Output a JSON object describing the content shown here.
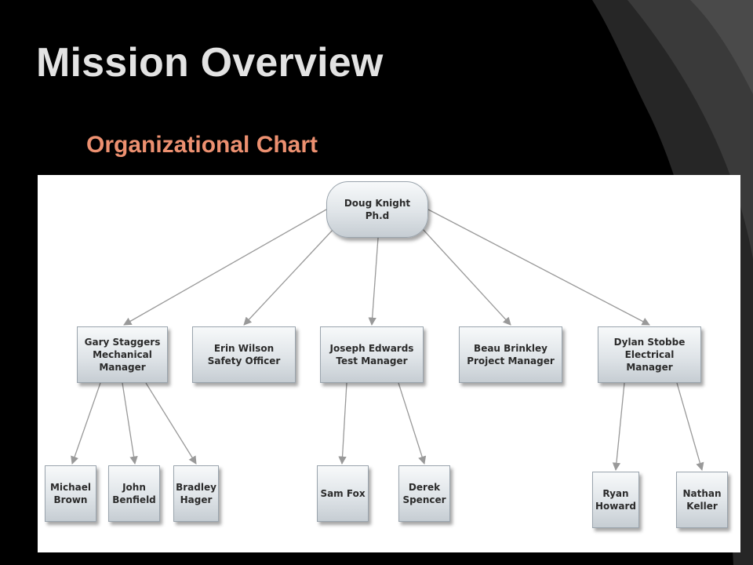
{
  "slide": {
    "title": "Mission Overview",
    "subtitle": "Organizational Chart"
  },
  "colors": {
    "background": "#000000",
    "swoosh": "#2a2a2a",
    "title": "#e3e3e3",
    "subtitle": "#ec9070",
    "node_fill": "#dfe4e8",
    "connector": "#999999"
  },
  "org_chart": {
    "nodes": [
      {
        "id": "doug",
        "label": "Doug Knight\nPh.d",
        "parent": null
      },
      {
        "id": "gary",
        "label": "Gary Staggers\nMechanical\nManager",
        "parent": "doug"
      },
      {
        "id": "erin",
        "label": "Erin Wilson\nSafety Officer",
        "parent": "doug"
      },
      {
        "id": "joseph",
        "label": "Joseph Edwards\nTest Manager",
        "parent": "doug"
      },
      {
        "id": "beau",
        "label": "Beau Brinkley\nProject Manager",
        "parent": "doug"
      },
      {
        "id": "dylan",
        "label": "Dylan Stobbe\nElectrical Manager",
        "parent": "doug"
      },
      {
        "id": "michael",
        "label": "Michael\nBrown",
        "parent": "gary"
      },
      {
        "id": "john",
        "label": "John\nBenfield",
        "parent": "gary"
      },
      {
        "id": "bradley",
        "label": "Bradley\nHager",
        "parent": "gary"
      },
      {
        "id": "sam",
        "label": "Sam Fox",
        "parent": "joseph"
      },
      {
        "id": "derek",
        "label": "Derek\nSpencer",
        "parent": "joseph"
      },
      {
        "id": "ryan",
        "label": "Ryan\nHoward",
        "parent": "dylan"
      },
      {
        "id": "nathan",
        "label": "Nathan\nKeller",
        "parent": "dylan"
      }
    ]
  }
}
